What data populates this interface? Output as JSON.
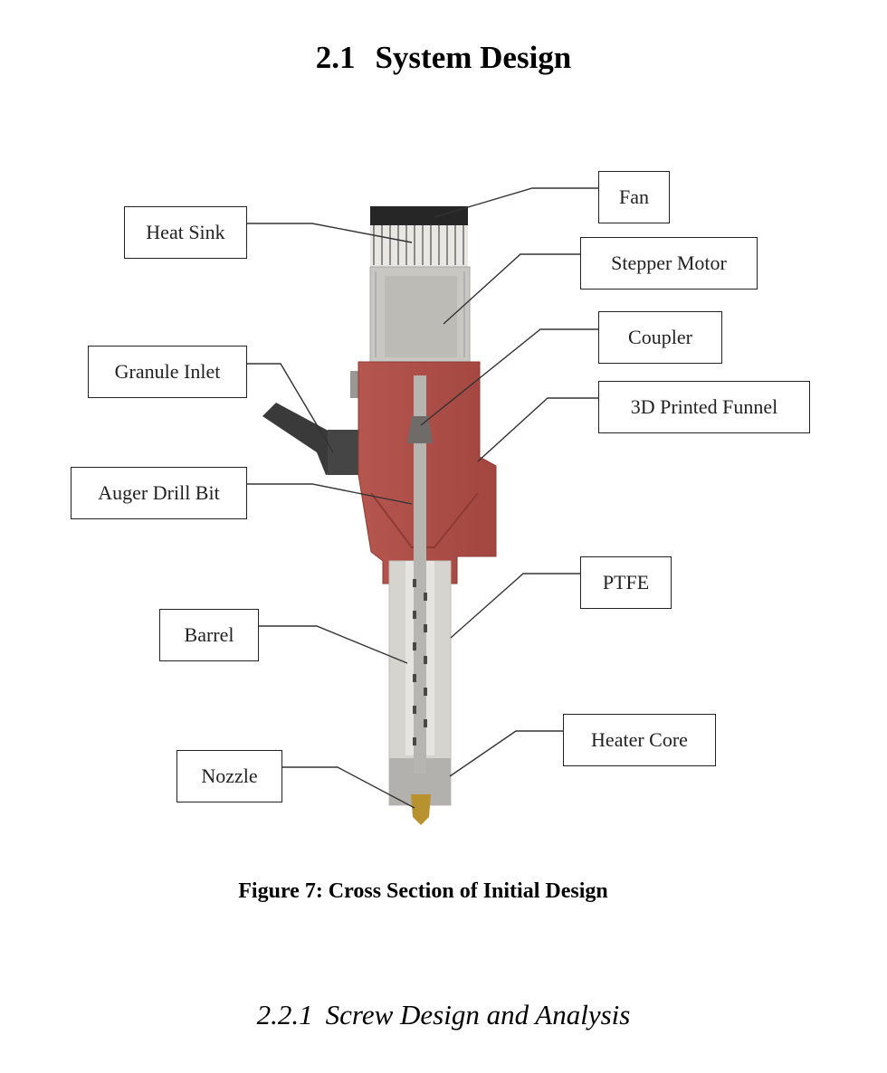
{
  "section": {
    "number": "2.1",
    "title": "System Design"
  },
  "figure": {
    "caption": "Figure 7: Cross Section of Initial Design",
    "labels": {
      "fan": "Fan",
      "heat_sink": "Heat Sink",
      "stepper_motor": "Stepper Motor",
      "coupler": "Coupler",
      "granule_inlet": "Granule Inlet",
      "funnel": "3D Printed Funnel",
      "auger": "Auger Drill Bit",
      "ptfe": "PTFE",
      "barrel": "Barrel",
      "heater_core": "Heater Core",
      "nozzle": "Nozzle"
    },
    "colors": {
      "funnel": "#a94a44",
      "motor": "#c9c7c2",
      "fan": "#222222",
      "nozzle": "#b8922e"
    }
  },
  "subsection": {
    "number": "2.2.1",
    "title": "Screw Design and Analysis"
  }
}
